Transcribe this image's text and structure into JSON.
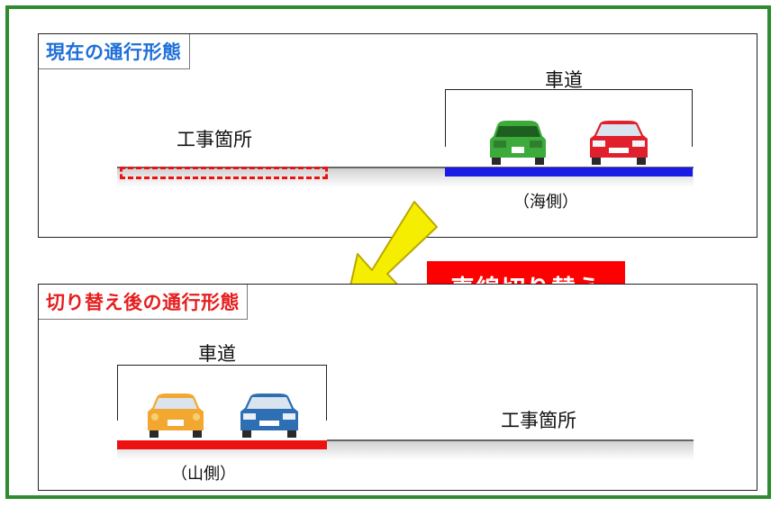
{
  "top_panel": {
    "title": "現在の通行形態",
    "roadway_label": "車道",
    "construction_label": "工事箇所",
    "side_label": "（海側）"
  },
  "bottom_panel": {
    "title": "切り替え後の通行形態",
    "roadway_label": "車道",
    "construction_label": "工事箇所",
    "side_label": "（山側）"
  },
  "switch_label": "車線切り替え",
  "colors": {
    "frame": "#2e8b2e",
    "title_current": "#1f6fd8",
    "title_after": "#e61e1e",
    "lane_sea": "#1a1ae6",
    "lane_mountain": "#ee1111",
    "arrow": "#f6ee00",
    "badge": "#ff0000"
  },
  "icons": [
    "green-car-icon",
    "red-car-icon",
    "orange-car-icon",
    "blue-car-icon",
    "switch-arrow-icon"
  ]
}
